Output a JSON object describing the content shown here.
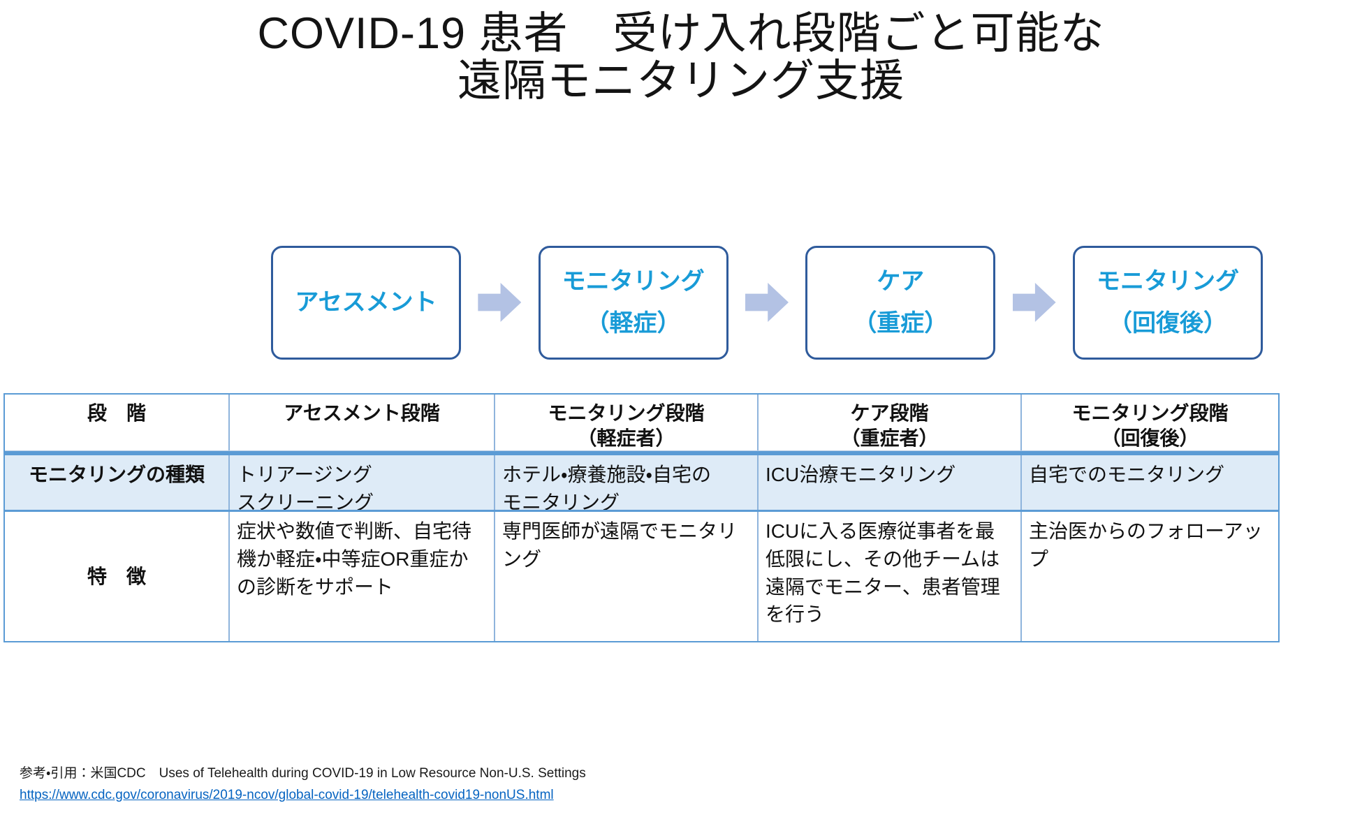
{
  "title": {
    "line1": "COVID-19 患者　受け入れ段階ごと可能な",
    "line2": "遠隔モニタリング支援"
  },
  "flow": {
    "boxes": [
      {
        "label": "アセスメント"
      },
      {
        "label": "モニタリング\n（軽症）"
      },
      {
        "label": "ケア\n（重症）"
      },
      {
        "label": "モニタリング\n（回復後）"
      }
    ],
    "arrow_color": "#B3C2E4",
    "box_border_color": "#2F5B9C",
    "box_text_color": "#189BD7"
  },
  "table": {
    "border_color": "#5B9BD5",
    "band_background": "#DEEBF7",
    "headers": [
      "段　階",
      "アセスメント段階",
      "モニタリング段階\n（軽症者）",
      "ケア段階\n（重症者）",
      "モニタリング段階\n（回復後）"
    ],
    "rows": [
      {
        "label": "モニタリングの種類",
        "cells": [
          "トリアージング\nスクリーニング",
          "ホテル・療養施設・自宅の\nモニタリング",
          "ICU治療モニタリング",
          "自宅でのモニタリング"
        ]
      },
      {
        "label": "特　徴",
        "cells": [
          "症状や数値で判断、自宅待機か軽症・中等症OR重症かの診断をサポート",
          "専門医師が遠隔でモニタリング",
          "ICUに入る医療従事者を最低限にし、その他チームは遠隔でモニター、患者管理を行う",
          "主治医からのフォローアップ"
        ]
      }
    ]
  },
  "footer": {
    "reference": "参考・引用：米国CDC　Uses of Telehealth during COVID-19 in Low Resource Non-U.S. Settings",
    "link": "https://www.cdc.gov/coronavirus/2019-ncov/global-covid-19/telehealth-covid19-nonUS.html",
    "link_color": "#0563C1"
  }
}
